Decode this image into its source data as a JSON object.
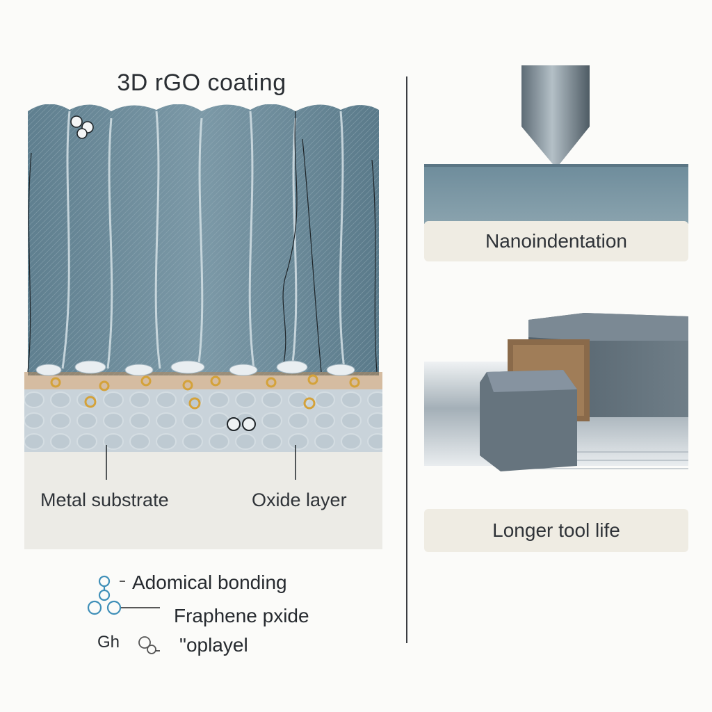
{
  "left_panel": {
    "title": "3D rGO coating",
    "label_metal_substrate": "Metal substrate",
    "label_oxide_layer": "Oxide layer"
  },
  "legend": {
    "item1": "Adomical bonding",
    "item2": "Fraphene pxide",
    "item3_prefix": "Gh",
    "item3": "\"oplayel"
  },
  "right_panel": {
    "caption_top": "Nanoindentation",
    "caption_bottom": "Longer tool life"
  },
  "colors": {
    "coating": "#6f8d9c",
    "substrate": "#c9d3da",
    "oxide": "#b6885a",
    "steel": "#6a7780",
    "brass": "#8a6a4a",
    "caption_bg": "#efece3"
  }
}
